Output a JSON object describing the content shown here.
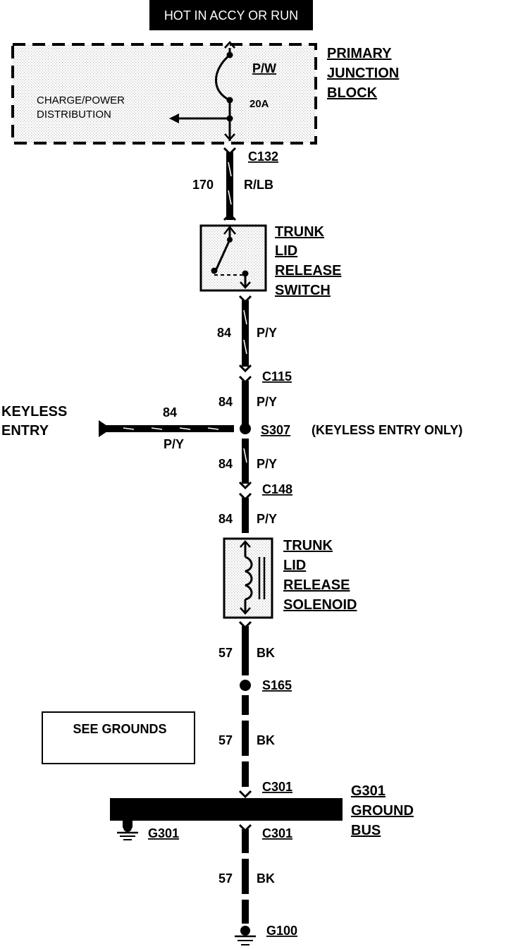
{
  "header": {
    "label": "HOT IN ACCY OR RUN"
  },
  "junction_block": {
    "title": [
      "PRIMARY",
      "JUNCTION",
      "BLOCK"
    ],
    "fuse_circuit": "P/W",
    "fuse_rating": "20A",
    "branch_label": [
      "CHARGE/POWER",
      "DISTRIBUTION"
    ]
  },
  "connectors": {
    "c132": "C132",
    "c115": "C115",
    "c148": "C148",
    "c301_top": "C301",
    "c301_bottom": "C301"
  },
  "wires": {
    "w170": {
      "num": "170",
      "color": "R/LB"
    },
    "w84_a": {
      "num": "84",
      "color": "P/Y"
    },
    "w84_b": {
      "num": "84",
      "color": "P/Y"
    },
    "w84_keyless": {
      "num": "84",
      "color": "P/Y"
    },
    "w84_c": {
      "num": "84",
      "color": "P/Y"
    },
    "w84_d": {
      "num": "84",
      "color": "P/Y"
    },
    "w57_a": {
      "num": "57",
      "color": "BK"
    },
    "w57_b": {
      "num": "57",
      "color": "BK"
    },
    "w57_c": {
      "num": "57",
      "color": "BK"
    }
  },
  "switch": {
    "title": [
      "TRUNK",
      "LID",
      "RELEASE",
      "SWITCH"
    ]
  },
  "solenoid": {
    "title": [
      "TRUNK",
      "LID",
      "RELEASE",
      "SOLENOID"
    ]
  },
  "splices": {
    "s307": "S307",
    "s307_note": "(KEYLESS ENTRY ONLY)",
    "s165": "S165"
  },
  "keyless": {
    "label": [
      "KEYLESS",
      "ENTRY"
    ]
  },
  "see_grounds": "SEE GROUNDS",
  "ground_bus": {
    "title": [
      "G301",
      "GROUND",
      "BUS"
    ],
    "ground_label": "G301"
  },
  "g100": "G100"
}
